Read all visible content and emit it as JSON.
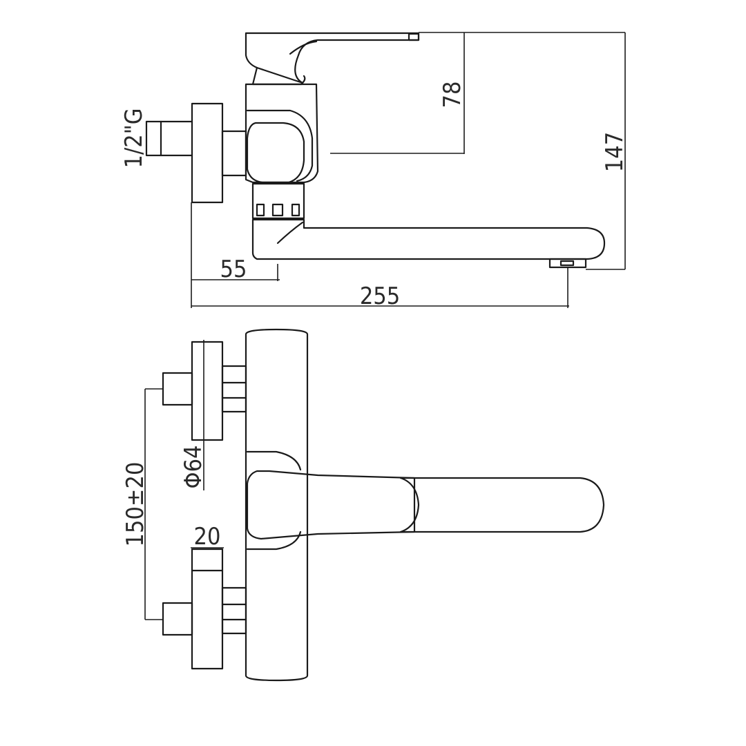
{
  "side_view": {
    "dimensions": {
      "thread": "1/2\"G",
      "height_handle": "78",
      "total_height": "147",
      "wall_offset": "55",
      "spout_reach": "255"
    }
  },
  "front_view": {
    "dimensions": {
      "flange_diameter": "Φ64",
      "inlet_spacing": "150±20",
      "flange_depth": "20"
    }
  }
}
